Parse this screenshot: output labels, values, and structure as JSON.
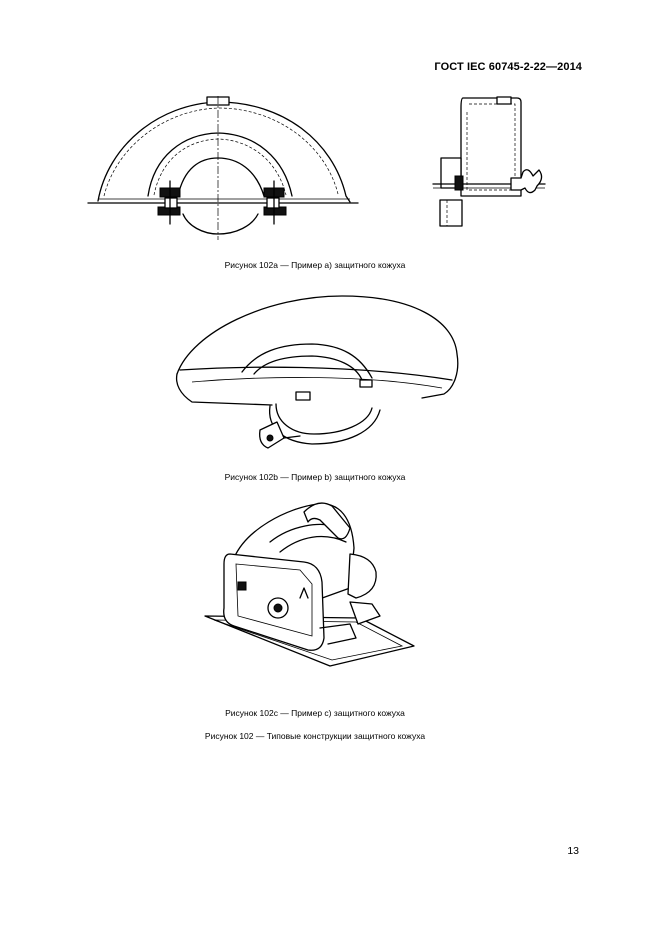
{
  "header": {
    "standard_id": "ГОСТ IEC 60745-2-22—2014"
  },
  "figures": [
    {
      "caption": "Рисунок 102a — Пример a) защитного кожуха"
    },
    {
      "caption": "Рисунок 102b — Пример b) защитного кожуха"
    },
    {
      "caption": "Рисунок 102c — Пример c) защитного кожуха"
    }
  ],
  "main_caption": "Рисунок 102 — Типовые конструкции защитного кожуха",
  "page_number": "13"
}
